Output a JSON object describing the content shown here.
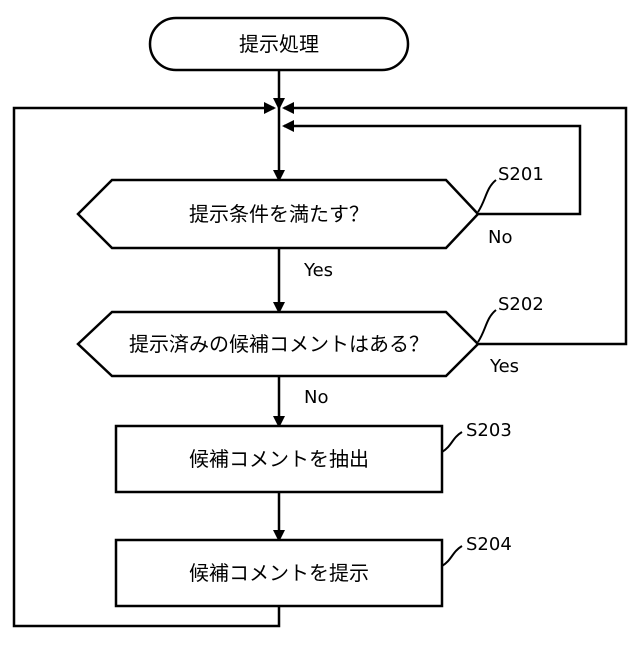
{
  "flowchart": {
    "start": {
      "label": "提示処理"
    },
    "steps": [
      {
        "id": "S201",
        "text": "提示条件を満たす？",
        "type": "decision"
      },
      {
        "id": "S202",
        "text": "提示済みの候補コメントはある？",
        "type": "decision"
      },
      {
        "id": "S203",
        "text": "候補コメントを抽出",
        "type": "process"
      },
      {
        "id": "S204",
        "text": "候補コメントを提示",
        "type": "process"
      }
    ],
    "branches": {
      "s201_no": "No",
      "s201_yes": "Yes",
      "s202_yes": "Yes",
      "s202_no": "No"
    }
  }
}
